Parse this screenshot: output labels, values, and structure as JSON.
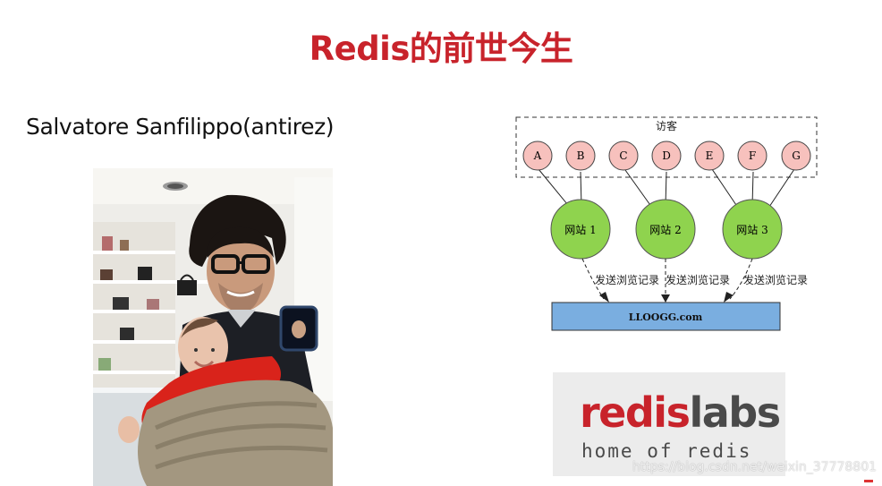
{
  "slide": {
    "title": "Redis的前世今生",
    "author": "Salvatore Sanfilippo(antirez)"
  },
  "diagram": {
    "group_label": "访客",
    "visitors": [
      "A",
      "B",
      "C",
      "D",
      "E",
      "F",
      "G"
    ],
    "sites": [
      "网站 1",
      "网站 2",
      "网站 3"
    ],
    "edge_label": "发送浏览记录",
    "target": "LLOOGG.com"
  },
  "logo": {
    "word_red": "redis",
    "word_dark": "labs",
    "tagline": "home of redis"
  },
  "watermark": "https://blog.csdn.net/weixin_37778801",
  "colors": {
    "title": "#c8232b",
    "visitor_fill": "#f7c1bd",
    "site_fill": "#8fd34e",
    "target_fill": "#7aaee0",
    "logo_red": "#c8232b",
    "logo_dark": "#4a4a4a"
  }
}
